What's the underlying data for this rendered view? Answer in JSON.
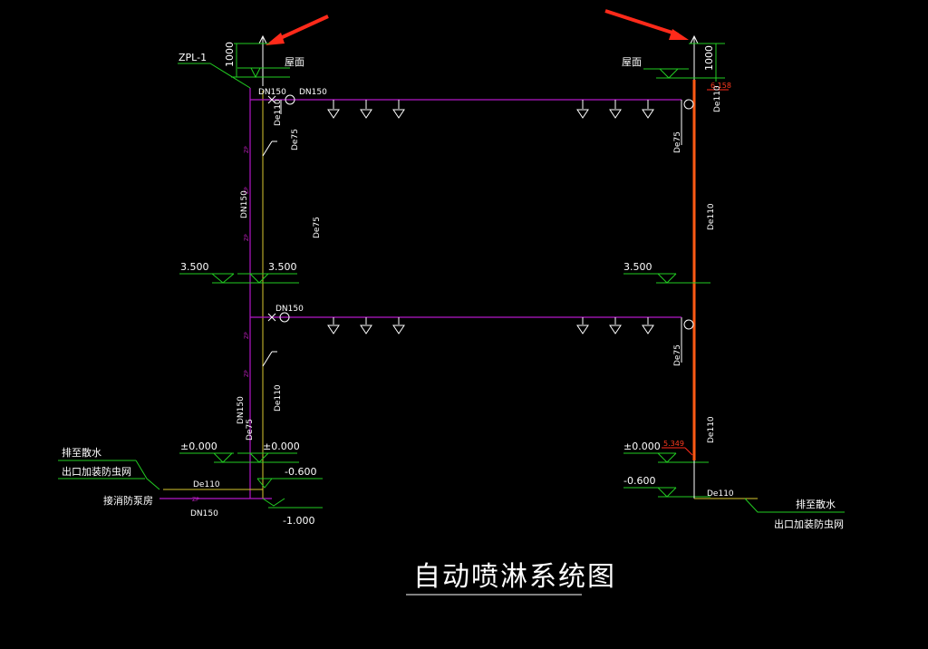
{
  "title": "自动喷淋系统图",
  "riser_left": "ZPL-1",
  "roof_label": "屋面",
  "roof_height_left": "1000",
  "roof_height_right": "1000",
  "elevations": {
    "roof_red": "6.158",
    "floor2_left_a": "3.500",
    "floor2_left_b": "3.500",
    "floor2_right": "3.500",
    "ground_left_a": "±0.000",
    "ground_left_b": "±0.000",
    "ground_right": "±0.000",
    "ground_red": "5.349",
    "below_left": "-0.600",
    "below_right": "-0.600",
    "bottom_left": "-1.000"
  },
  "pipes": {
    "dn150_top_a": "DN150",
    "dn150_top_b": "DN150",
    "de110_top": "De110",
    "de75_top": "De75",
    "dn150_riser_upper": "DN150",
    "de75_mid": "De75",
    "de110_right_top": "De110",
    "de75_right_top": "De75",
    "de110_right_mid": "De110",
    "dn150_mid": "DN150",
    "de75_right_mid": "De75",
    "dn150_riser_lower": "DN150",
    "de75_riser_lower": "De75",
    "de110_lower": "De110",
    "de110_right_lower": "De110",
    "de110_bottom": "De110",
    "dn150_bottom": "DN150",
    "de110_right_bottom": "De110"
  },
  "notes": {
    "drain_left_1": "排至散水",
    "drain_left_2": "出口加装防虫网",
    "pump_room": "接消防泵房",
    "drain_right_1": "排至散水",
    "drain_right_2": "出口加装防虫网"
  },
  "colors": {
    "background": "#000000",
    "pipe_magenta": "#b318c8",
    "pipe_orange": "#ff5a14",
    "leader_green": "#22cc22",
    "arrow_red": "#ff2a1a"
  }
}
